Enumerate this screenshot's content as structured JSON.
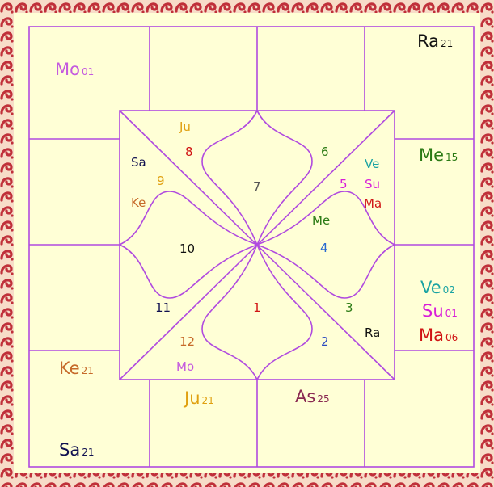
{
  "colors": {
    "background": "#ffffd6",
    "border_red": "#c0303a",
    "border_light": "#f7dcc8",
    "grid_line": "#b04adf"
  },
  "outer_cells": {
    "top_left": [
      {
        "name": "Mo",
        "degree": "01",
        "color": "#c45adf"
      }
    ],
    "top_right": [
      {
        "name": "Ra",
        "degree": "21",
        "color": "#101010"
      }
    ],
    "right_upper": [
      {
        "name": "Me",
        "degree": "15",
        "color": "#2a7a14"
      }
    ],
    "right_lower": [
      {
        "name": "Ve",
        "degree": "02",
        "color": "#1aa3a3"
      },
      {
        "name": "Su",
        "degree": "01",
        "color": "#d81ed8"
      },
      {
        "name": "Ma",
        "degree": "06",
        "color": "#d01414"
      }
    ],
    "left_lower": [
      {
        "name": "Ke",
        "degree": "21",
        "color": "#c66a2a"
      }
    ],
    "bottom_mid_left": [
      {
        "name": "Ju",
        "degree": "21",
        "color": "#e0a010"
      }
    ],
    "bottom_mid_right": [
      {
        "name": "As",
        "degree": "25",
        "color": "#8a2a52"
      }
    ],
    "bottom_left": [
      {
        "name": "Sa",
        "degree": "21",
        "color": "#101050"
      }
    ]
  },
  "houses": [
    {
      "number": "1",
      "color": "#d01414"
    },
    {
      "number": "2",
      "color": "#2a4ac0"
    },
    {
      "number": "3",
      "color": "#2a7a14"
    },
    {
      "number": "4",
      "color": "#2a6ad0"
    },
    {
      "number": "5",
      "color": "#d81ed8"
    },
    {
      "number": "6",
      "color": "#2a7a14"
    },
    {
      "number": "7",
      "color": "#555555"
    },
    {
      "number": "8",
      "color": "#d01414"
    },
    {
      "number": "9",
      "color": "#e0a010"
    },
    {
      "number": "10",
      "color": "#101010"
    },
    {
      "number": "11",
      "color": "#101050"
    },
    {
      "number": "12",
      "color": "#c66a2a"
    }
  ],
  "inner_planets": [
    {
      "name": "Ju",
      "color": "#e0a010"
    },
    {
      "name": "Sa",
      "color": "#101050"
    },
    {
      "name": "Ke",
      "color": "#c66a2a"
    },
    {
      "name": "Ve",
      "color": "#1aa3a3"
    },
    {
      "name": "Su",
      "color": "#d81ed8"
    },
    {
      "name": "Ma",
      "color": "#d01414"
    },
    {
      "name": "Me",
      "color": "#2a7a14"
    },
    {
      "name": "Ra",
      "color": "#101010"
    },
    {
      "name": "Mo",
      "color": "#c45adf"
    }
  ]
}
